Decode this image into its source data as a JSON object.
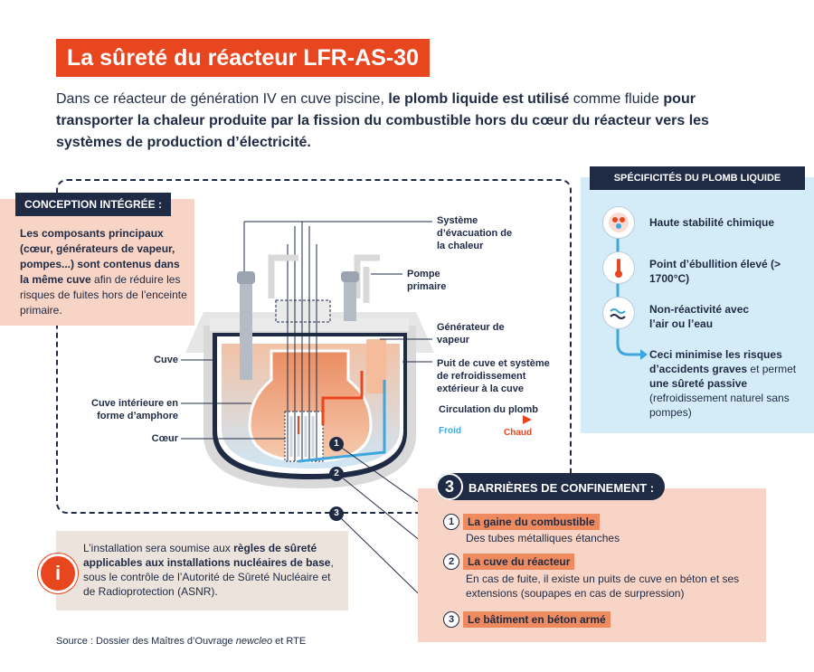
{
  "title": "La sûreté du réacteur LFR-AS-30",
  "intro": {
    "p1": "Dans ce réacteur de génération IV en cuve piscine, ",
    "b1": "le plomb liquide est utilisé",
    "p2": " comme fluide ",
    "b2": "pour transporter la chaleur produite par la fission du combustible hors du cœur du réacteur vers les systèmes de production d’électricité."
  },
  "conception": {
    "heading": "CONCEPTION INTÉGRÉE :",
    "bold": "Les composants principaux (cœur, générateurs de vapeur, pompes...) sont contenus dans la même cuve",
    "text": " afin de réduire les risques de fuites hors de l’enceinte primaire."
  },
  "labels": {
    "evac": "Système d’évacuation de la chaleur",
    "pompe": "Pompe primaire",
    "generateur": "Générateur de vapeur",
    "puits": "Puit de cuve et système de refroidissement extérieur à la cuve",
    "circulation": "Circulation du plomb",
    "froid": "Froid",
    "chaud": "Chaud",
    "cuve": "Cuve",
    "cuve_int": "Cuve intérieure en forme d’amphore",
    "coeur": "Cœur"
  },
  "spec": {
    "heading": "SPÉCIFICITÉS DU PLOMB LIQUIDE",
    "items": [
      "Haute stabilité chimique",
      "Point d’ébullition élevé (> 1700°C)",
      "Non-réactivité avec l’air ou l’eau"
    ],
    "conclusion_b1": "Ceci minimise les risques d’accidents graves",
    "conclusion_t1": " et permet ",
    "conclusion_b2": "une sûreté passive",
    "conclusion_t2": " (refroidissement naturel sans pompes)"
  },
  "barrieres": {
    "number": "3",
    "heading": "BARRIÈRES DE CONFINEMENT :",
    "items": [
      {
        "n": "1",
        "title": "La gaine du combustible",
        "text": "Des tubes métalliques étanches"
      },
      {
        "n": "2",
        "title": "La cuve du réacteur",
        "text": "En cas de fuite, il existe un puits de cuve en béton et ses extensions (soupapes en cas de surpression)"
      },
      {
        "n": "3",
        "title": "Le bâtiment en béton armé",
        "text": ""
      }
    ]
  },
  "info": {
    "t1": "L’installation sera soumise aux ",
    "b1": "règles de sûreté applicables aux installations nucléaires de base",
    "t2": ", sous le contrôle de l’Autorité de Sûreté Nucléaire et de Radioprotection (ASNR).",
    "icon": "i"
  },
  "source": {
    "t1": "Source : Dossier des Maîtres d’Ouvrage ",
    "i1": "newcleo",
    "t2": " et RTE"
  }
}
